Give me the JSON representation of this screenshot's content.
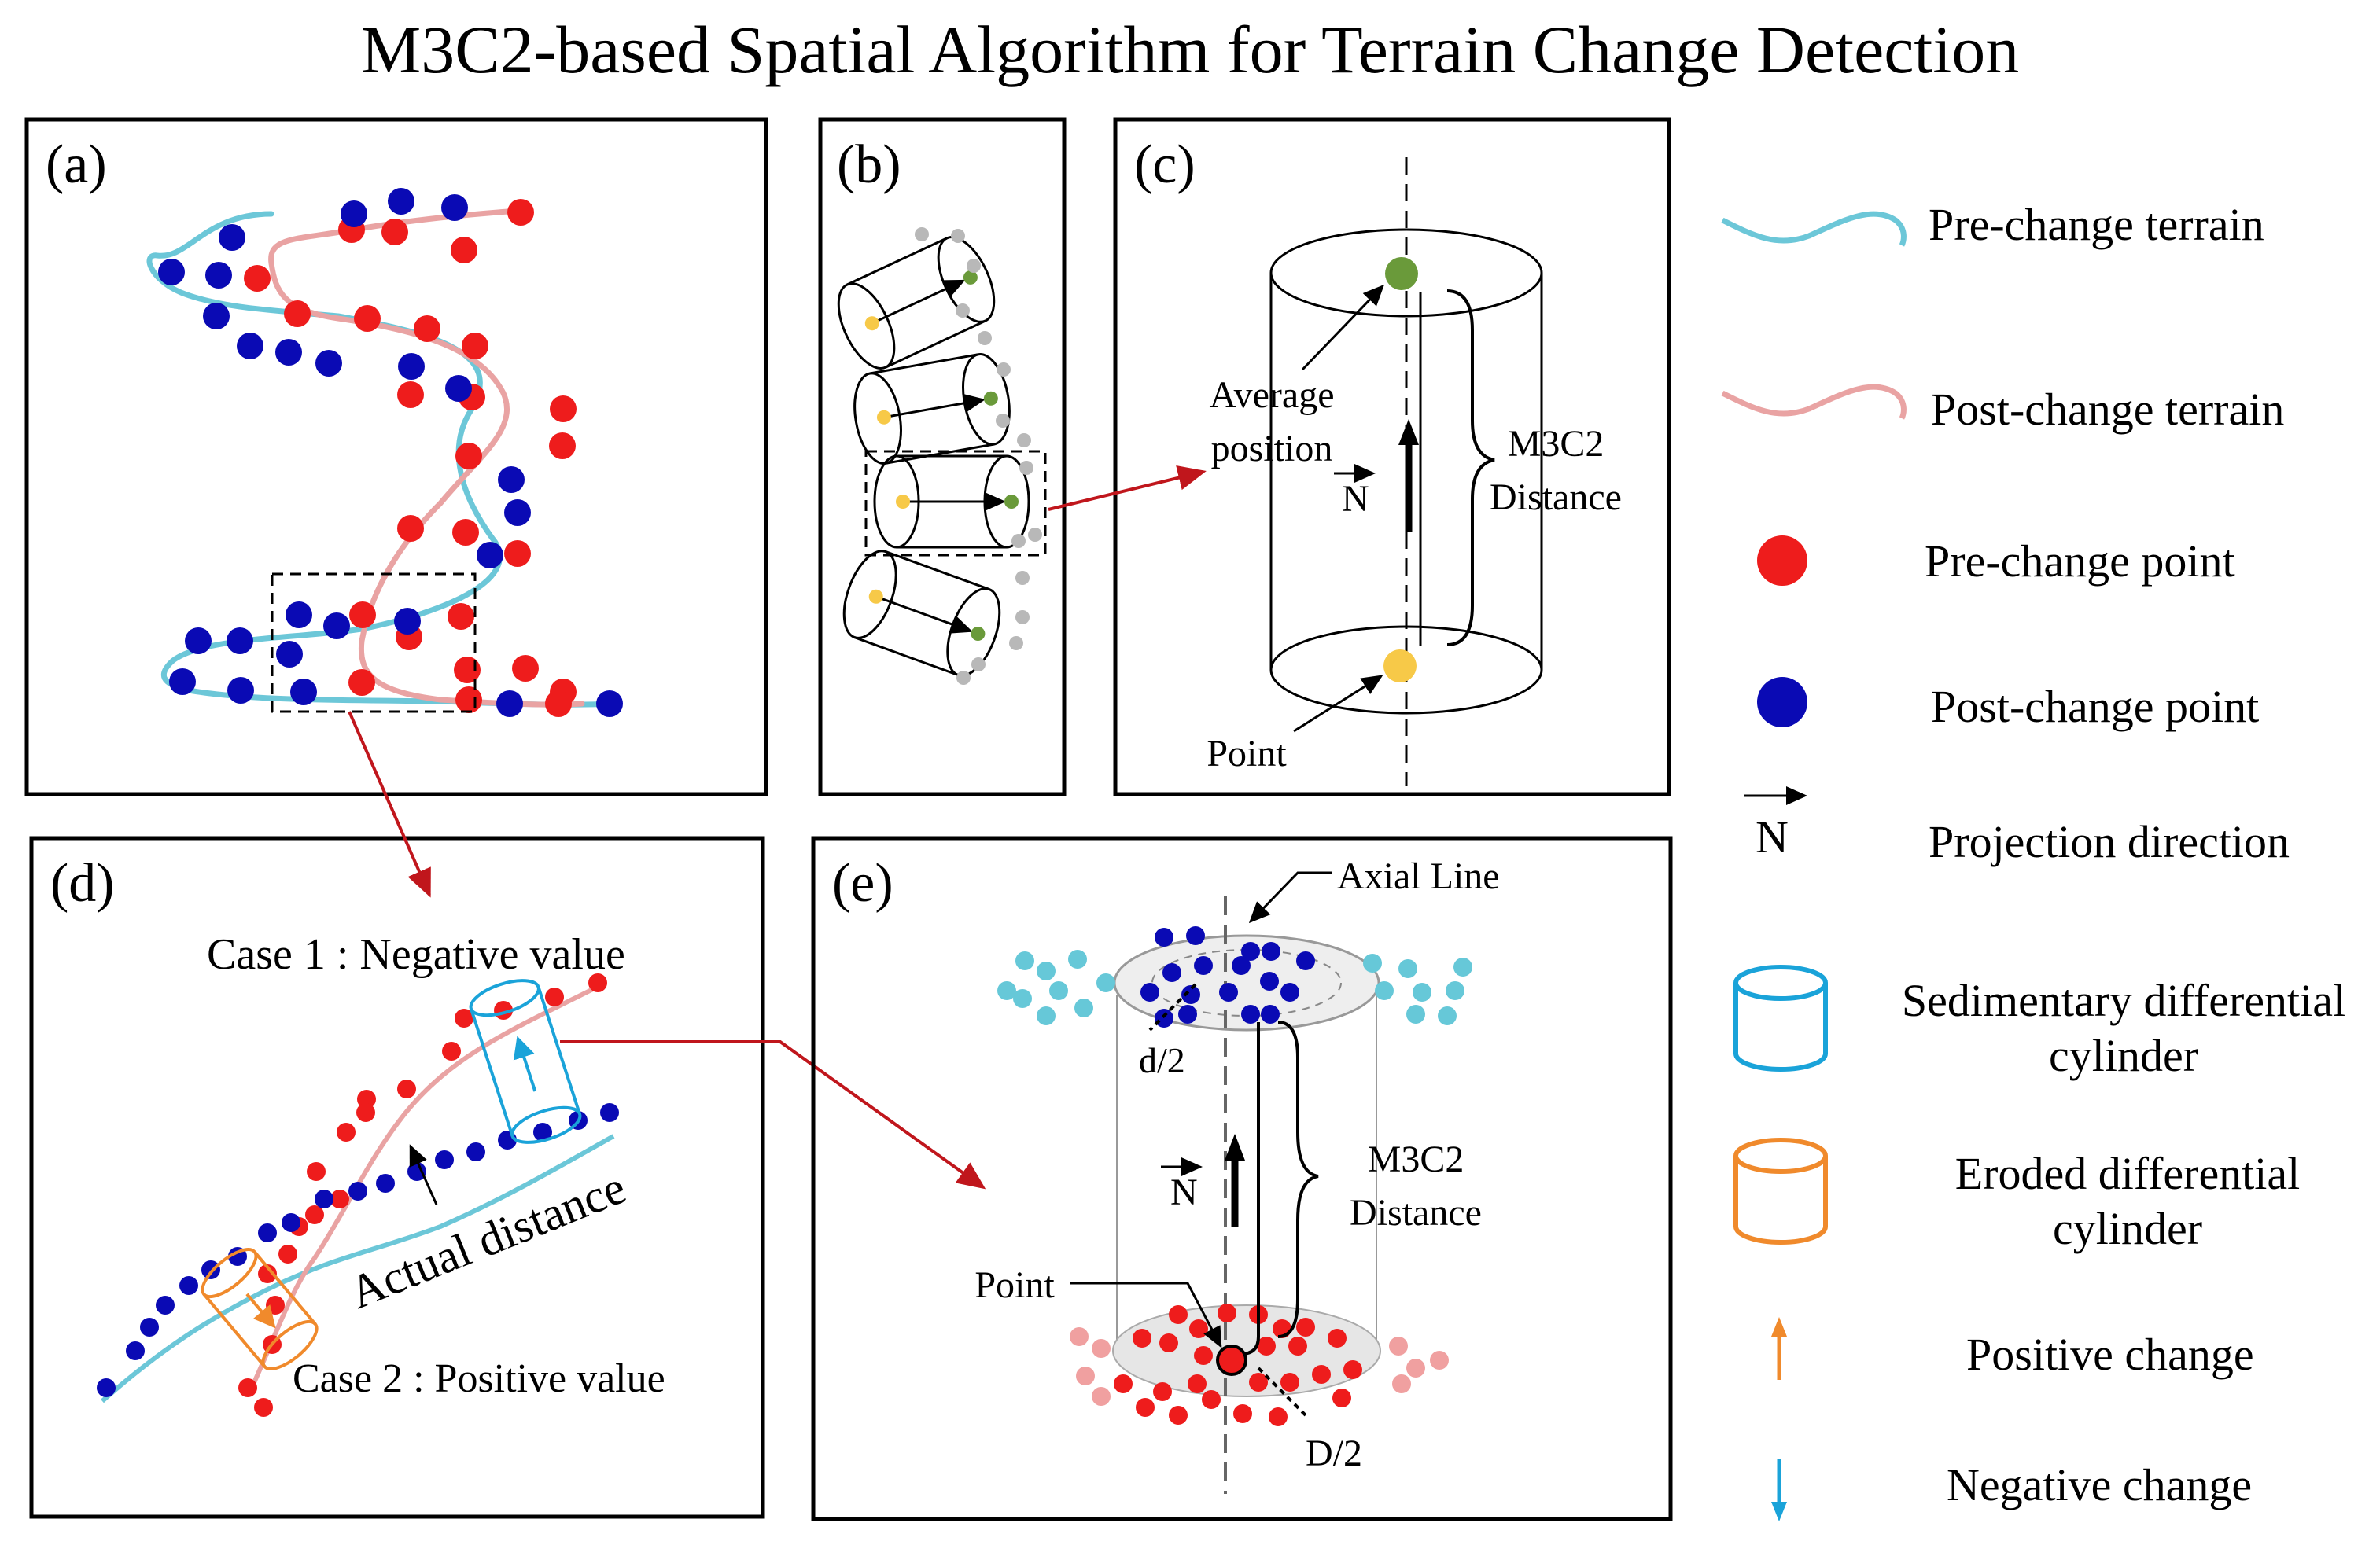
{
  "title": "M3C2-based Spatial Algorithm for Terrain Change Detection",
  "colors": {
    "pre_terrain": "#6cc7d8",
    "post_terrain": "#e9a3a3",
    "pre_point": "#ee1c1c",
    "post_point": "#0a0ab4",
    "avg_position": "#6a9a3a",
    "core_point": "#f7c948",
    "neighbor": "#b8b8b8",
    "sedimentary": "#1aa3d9",
    "eroded": "#f08a2c",
    "light_blue_points": "#66c8d8",
    "light_red_points": "#f0a0a0",
    "arrow_red": "#c0161c"
  },
  "panels": {
    "a": {
      "label": "(a)"
    },
    "b": {
      "label": "(b)"
    },
    "c": {
      "label": "(c)",
      "average_position_line1": "Average",
      "average_position_line2": "position",
      "normal": "N",
      "distance_line1": "M3C2",
      "distance_line2": "Distance",
      "point": "Point"
    },
    "d": {
      "label": "(d)",
      "case1": "Case 1 :   Negative value",
      "case2": "Case 2 :   Positive value",
      "actual_distance": "Actual distance"
    },
    "e": {
      "label": "(e)",
      "axial_line": "Axial Line",
      "small_d": "d/2",
      "normal": "N",
      "distance_line1": "M3C2",
      "distance_line2": "Distance",
      "point": "Point",
      "big_d": "D/2"
    }
  },
  "legend": [
    {
      "icon": "pre-terrain-line-icon",
      "label": "Pre-change terrain"
    },
    {
      "icon": "post-terrain-line-icon",
      "label": "Post-change terrain"
    },
    {
      "icon": "red-dot-icon",
      "label": "Pre-change point"
    },
    {
      "icon": "blue-dot-icon",
      "label": "Post-change point"
    },
    {
      "icon": "normal-vector-icon",
      "icon_text": "N",
      "label": "Projection direction"
    },
    {
      "icon": "blue-cylinder-icon",
      "label_line1": "Sedimentary differential",
      "label_line2": "cylinder"
    },
    {
      "icon": "orange-cylinder-icon",
      "label_line1": "Eroded differential",
      "label_line2": "cylinder"
    },
    {
      "icon": "orange-up-arrow-icon",
      "label": "Positive change"
    },
    {
      "icon": "blue-down-arrow-icon",
      "label": "Negative change"
    }
  ]
}
